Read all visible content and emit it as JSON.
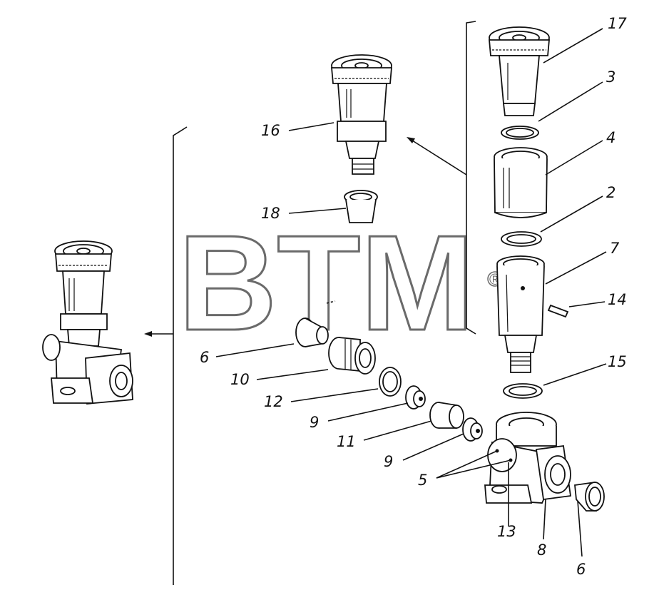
{
  "watermark": {
    "text": "BTM",
    "mark": "®"
  },
  "labels": [
    {
      "id": "17",
      "text": "17"
    },
    {
      "id": "3",
      "text": "3"
    },
    {
      "id": "16",
      "text": "16"
    },
    {
      "id": "4",
      "text": "4"
    },
    {
      "id": "2",
      "text": "2"
    },
    {
      "id": "18",
      "text": "18"
    },
    {
      "id": "7",
      "text": "7"
    },
    {
      "id": "14",
      "text": "14"
    },
    {
      "id": "6a",
      "text": "6"
    },
    {
      "id": "15",
      "text": "15"
    },
    {
      "id": "10",
      "text": "10"
    },
    {
      "id": "12",
      "text": "12"
    },
    {
      "id": "9a",
      "text": "9"
    },
    {
      "id": "11",
      "text": "11"
    },
    {
      "id": "9b",
      "text": "9"
    },
    {
      "id": "5",
      "text": "5"
    },
    {
      "id": "13",
      "text": "13"
    },
    {
      "id": "8",
      "text": "8"
    },
    {
      "id": "6b",
      "text": "6"
    }
  ]
}
